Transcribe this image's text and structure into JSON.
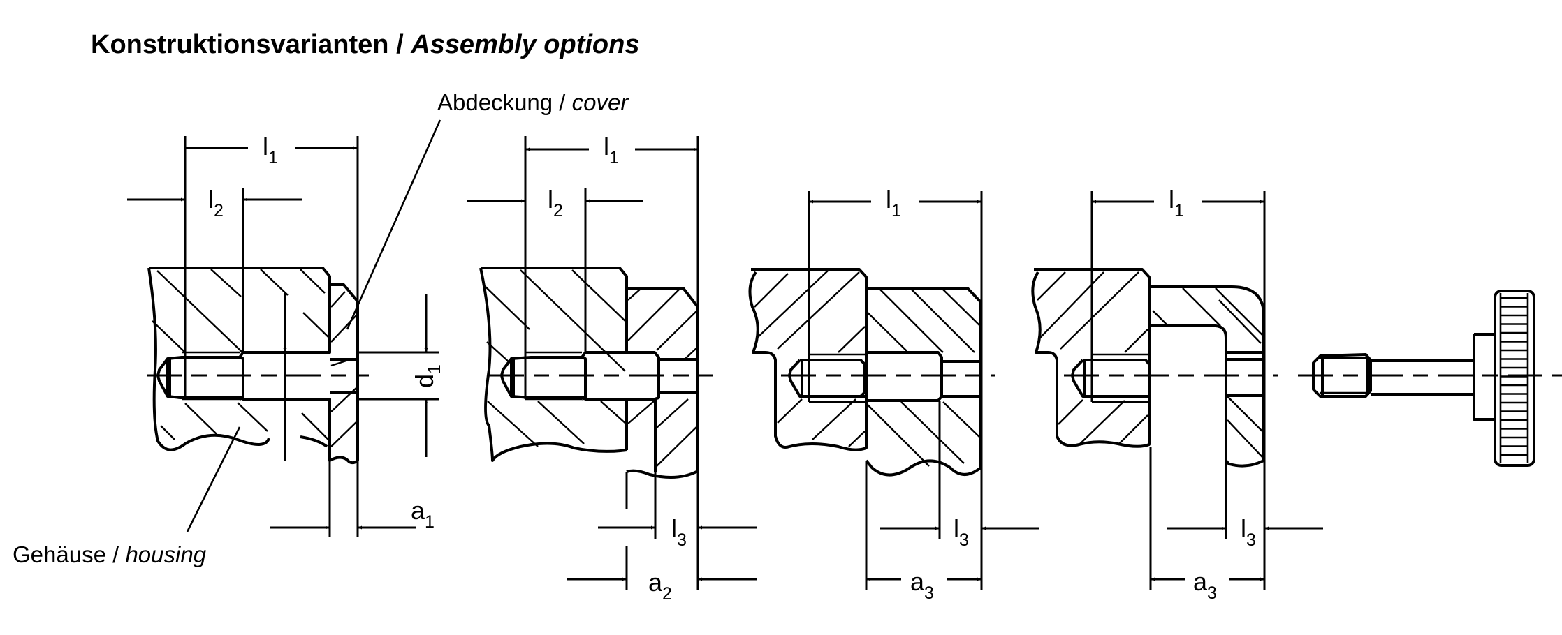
{
  "title": {
    "german": "Konstruktionsvarianten / ",
    "english": "Assembly options"
  },
  "callouts": {
    "cover": {
      "german": "Abdeckung / ",
      "english": "cover"
    },
    "housing": {
      "german": "Gehäuse / ",
      "english": "housing"
    }
  },
  "variants": [
    {
      "id": "variant-1",
      "dimensions": {
        "l1": {
          "main": "l",
          "sub": "1"
        },
        "l2": {
          "main": "l",
          "sub": "2"
        },
        "d1": {
          "main": "d",
          "sub": "1"
        },
        "a1": {
          "main": "a",
          "sub": "1"
        }
      }
    },
    {
      "id": "variant-2",
      "dimensions": {
        "l1": {
          "main": "l",
          "sub": "1"
        },
        "l2": {
          "main": "l",
          "sub": "2"
        },
        "l3": {
          "main": "l",
          "sub": "3"
        },
        "a2": {
          "main": "a",
          "sub": "2"
        }
      }
    },
    {
      "id": "variant-3",
      "dimensions": {
        "l1": {
          "main": "l",
          "sub": "1"
        },
        "l3": {
          "main": "l",
          "sub": "3"
        },
        "a3": {
          "main": "a",
          "sub": "3"
        }
      }
    },
    {
      "id": "variant-4",
      "dimensions": {
        "l1": {
          "main": "l",
          "sub": "1"
        },
        "l3": {
          "main": "l",
          "sub": "3"
        },
        "a3": {
          "main": "a",
          "sub": "3"
        }
      }
    }
  ],
  "part": {
    "name": "knurled-thumb-screw"
  }
}
